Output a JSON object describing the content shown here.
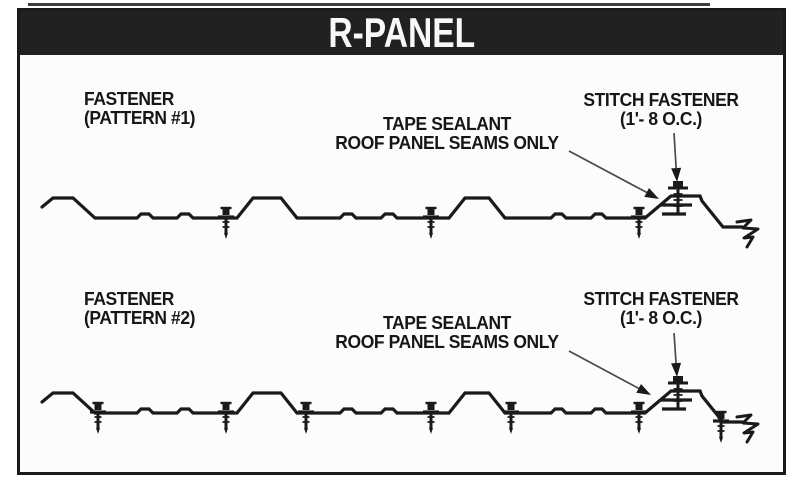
{
  "title": "R-PANEL",
  "panels": [
    {
      "fastener_line1": "FASTENER",
      "fastener_line2": "(PATTERN #1)",
      "tape_line1": "TAPE SEALANT",
      "tape_line2": "ROOF PANEL SEAMS ONLY",
      "stitch_line1": "STITCH FASTENER",
      "stitch_line2": "(1'- 8 O.C.)"
    },
    {
      "fastener_line1": "FASTENER",
      "fastener_line2": "(PATTERN #2)",
      "tape_line1": "TAPE SEALANT",
      "tape_line2": "ROOF PANEL SEAMS ONLY",
      "stitch_line1": "STITCH FASTENER",
      "stitch_line2": "(1'- 8 O.C.)"
    }
  ],
  "colors": {
    "ink": "#1a1a1a",
    "title_bar": "#212121",
    "title_text": "#f8f8f8",
    "arrow": "#4a4a4a",
    "background": "#fcfcfc"
  }
}
